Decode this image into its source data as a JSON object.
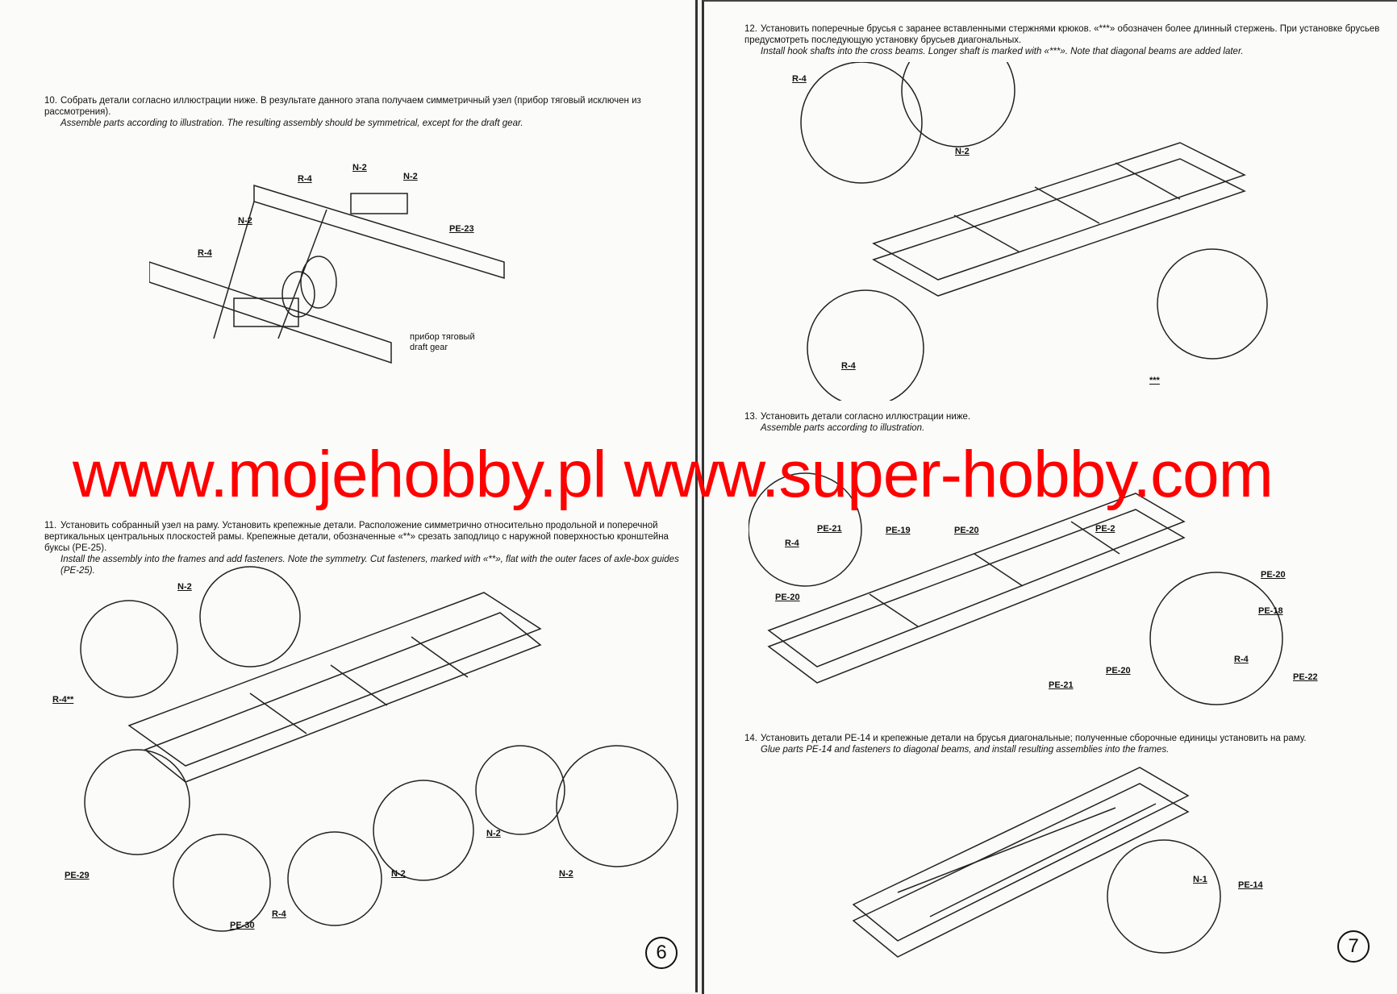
{
  "left_page": {
    "page_number": "6",
    "step10": {
      "num": "10.",
      "ru": "Собрать детали согласно иллюстрации ниже. В результате данного этапа получаем симметричный узел (прибор тяговый исключен из рассмотрения).",
      "en": "Assemble parts according to illustration. The resulting assembly should be symmetrical, except for the draft gear."
    },
    "step10_labels": [
      "N-2",
      "N-2",
      "R-4",
      "N-2",
      "R-4",
      "PE-23",
      "прибор тяговый",
      "draft gear"
    ],
    "step11": {
      "num": "11.",
      "ru": "Установить собранный узел на раму. Установить крепежные детали. Расположение симметрично относительно продольной и поперечной вертикальных центральных плоскостей рамы. Крепежные детали, обозначенные «**» срезать заподлицо с наружной поверхностью кронштейна буксы (PE-25).",
      "en": "Install the assembly into the frames and add fasteners. Note the symmetry. Cut fasteners, marked with «**», flat with the outer faces of axle-box guides (PE-25)."
    },
    "step11_labels": [
      "N-2",
      "R-4**",
      "PE-29",
      "PE-30",
      "R-4",
      "N-2",
      "N-2",
      "N-2"
    ]
  },
  "right_page": {
    "page_number": "7",
    "step12": {
      "num": "12.",
      "ru": "Установить поперечные брусья с заранее вставленными стержнями крюков. «***» обозначен более длинный стержень. При установке брусьев предусмотреть последующую установку брусьев диагональных.",
      "en": "Install hook shafts into the cross beams. Longer shaft is marked with «***». Note that diagonal beams are added later."
    },
    "step12_labels": [
      "R-4",
      "N-2",
      "R-4",
      "***"
    ],
    "step13": {
      "num": "13.",
      "ru": "Установить детали согласно иллюстрации ниже.",
      "en": "Assemble parts according to illustration."
    },
    "step13_labels": [
      "PE-21",
      "R-4",
      "PE-19",
      "PE-20",
      "PE-2",
      "PE-20",
      "PE-20",
      "PE-20",
      "PE-21",
      "PE-18",
      "R-4",
      "PE-22"
    ],
    "step14": {
      "num": "14.",
      "ru": "Установить детали PE-14 и крепежные детали на брусья диагональные; полученные сборочные единицы установить на раму.",
      "en": "Glue parts PE-14 and fasteners to diagonal beams, and install resulting assemblies into the frames."
    },
    "step14_labels": [
      "N-1",
      "PE-14"
    ]
  },
  "watermark": [
    "www.mojehobby.pl",
    "www.super-hobby.com"
  ],
  "colors": {
    "watermark": "#ff0000",
    "ink": "#111111",
    "paper": "#fbfbf9"
  }
}
